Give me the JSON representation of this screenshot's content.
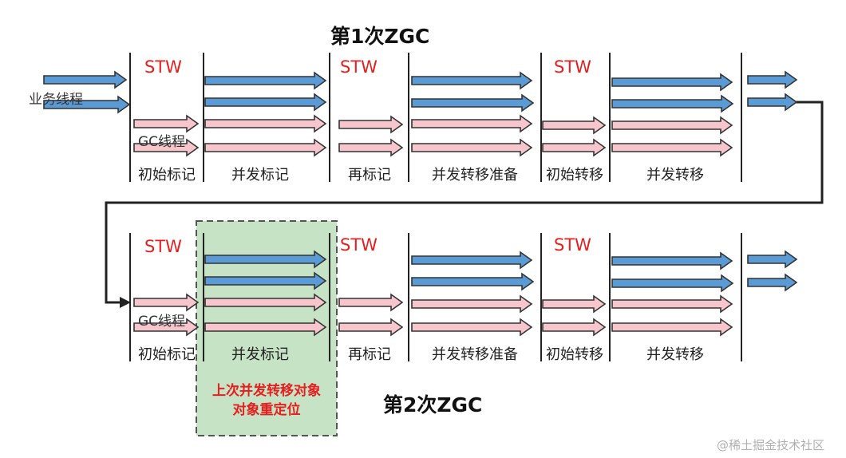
{
  "gc1": {
    "title": "第1次ZGC",
    "stw": [
      "STW",
      "STW",
      "STW"
    ],
    "phases": [
      "初始标记",
      "并发标记",
      "再标记",
      "并发转移准备",
      "初始转移",
      "并发转移"
    ],
    "thread_labels": {
      "app": "业务线程",
      "gc": "GC线程"
    }
  },
  "gc2": {
    "title": "第2次ZGC",
    "stw": [
      "STW",
      "STW",
      "STW"
    ],
    "phases": [
      "初始标记",
      "并发标记",
      "再标记",
      "并发转移准备",
      "初始转移",
      "并发转移"
    ],
    "thread_labels": {
      "gc": "GC线程"
    },
    "note": [
      "上次并发转移对象",
      "对象重定位"
    ]
  },
  "colors": {
    "app_thread_arrow": "#5b9bd5",
    "gc_thread_arrow": "#f7c5cc",
    "stw_text": "#e61e1e",
    "highlight_fill": "#c6e3c6",
    "note_text": "#e61e1e"
  },
  "watermark": "@稀土掘金技术社区"
}
